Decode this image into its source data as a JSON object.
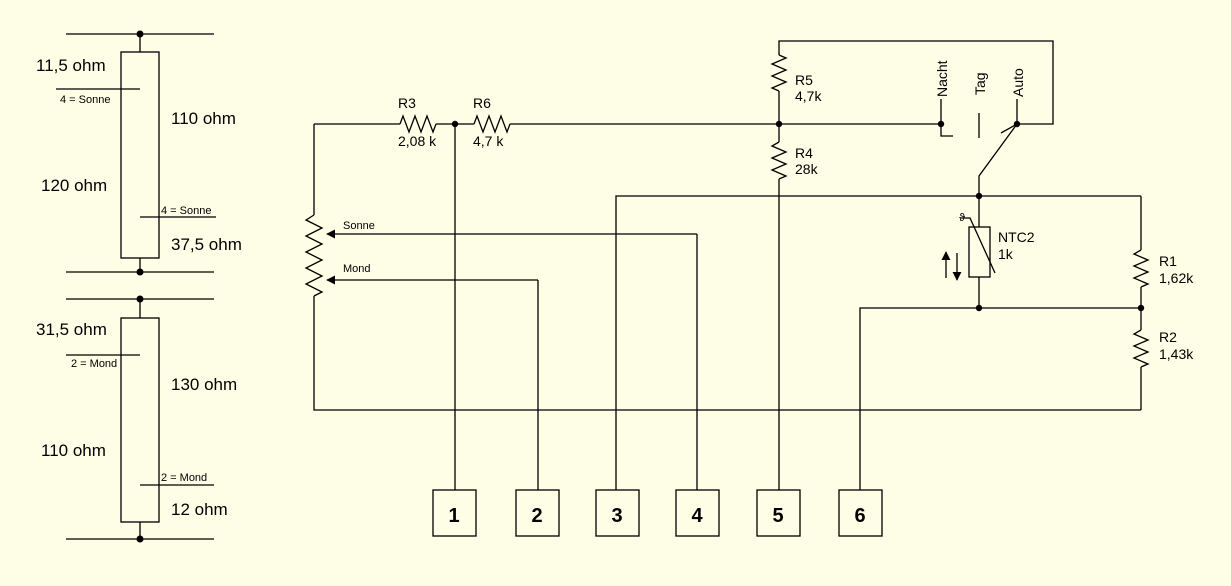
{
  "left_diagram": {
    "top": {
      "r_top": "11,5 ohm",
      "r_mid_right": "110 ohm",
      "r_mid_left": "120 ohm",
      "r_bottom": "37,5 ohm",
      "tap_upper": "4 = Sonne",
      "tap_lower": "4 = Sonne"
    },
    "bottom": {
      "r_top": "31,5 ohm",
      "r_mid_right": "130 ohm",
      "r_mid_left": "110 ohm",
      "r_bottom": "12 ohm",
      "tap_upper": "2 = Mond",
      "tap_lower": "2 = Mond"
    }
  },
  "components": {
    "r3": {
      "name": "R3",
      "value": "2,08 k"
    },
    "r6": {
      "name": "R6",
      "value": "4,7 k"
    },
    "r5": {
      "name": "R5",
      "value": "4,7k"
    },
    "r4": {
      "name": "R4",
      "value": "28k"
    },
    "r1": {
      "name": "R1",
      "value": "1,62k"
    },
    "r2": {
      "name": "R2",
      "value": "1,43k"
    },
    "ntc2": {
      "name": "NTC2",
      "value": "1k",
      "symbol": "ϑ"
    },
    "wiper_sonne": "Sonne",
    "wiper_mond": "Mond"
  },
  "switch_positions": [
    "Nacht",
    "Tag",
    "Auto"
  ],
  "terminals": [
    "1",
    "2",
    "3",
    "4",
    "5",
    "6"
  ]
}
